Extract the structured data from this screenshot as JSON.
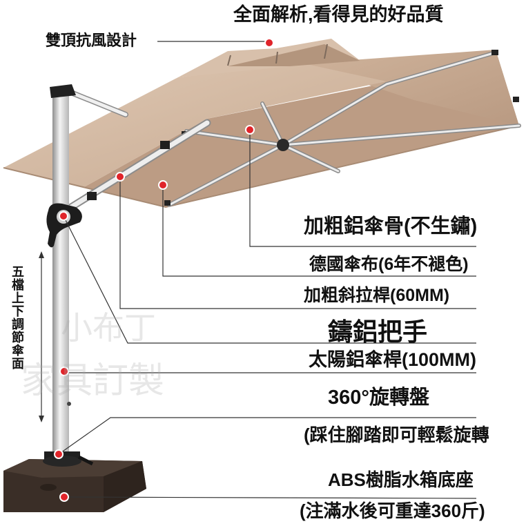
{
  "title": "全面解析,看得見的好品質",
  "watermark": {
    "line1": "小布丁",
    "line2": "家具訂製"
  },
  "callouts": {
    "double_top": "雙頂抗風設計",
    "adjust": "五檔上下調節傘面",
    "ribs": "加粗鋁傘骨(不生鏽)",
    "fabric": "德國傘布(6年不褪色)",
    "strut": "加粗斜拉桿(60MM)",
    "handle": "鑄鋁把手",
    "pole": "太陽鋁傘桿(100MM)",
    "rotate": "360°旋轉盤",
    "rotate_note": "(踩住腳踏即可輕鬆旋轉",
    "base": "ABS樹脂水箱底座",
    "base_note": "(注滿水後可重達360斤)"
  },
  "colors": {
    "marker": "#e0242a",
    "canopy": "#cdb29b",
    "base": "#3a2e27",
    "text": "#111111",
    "leader_line": "#333333"
  }
}
